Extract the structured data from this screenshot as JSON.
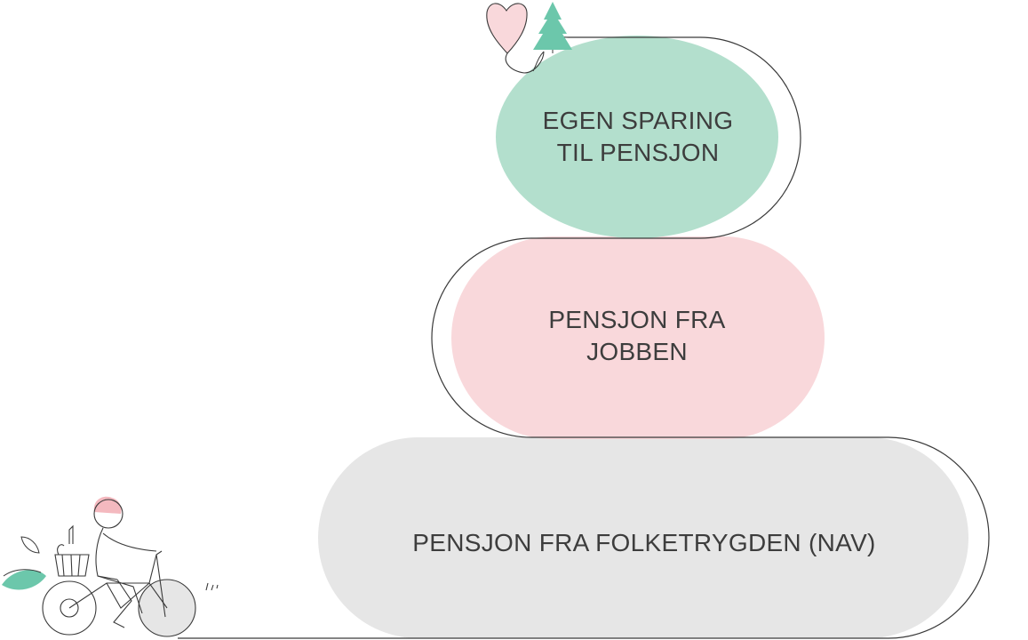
{
  "tiers": {
    "top": {
      "line1": "EGEN SPARING",
      "line2": "TIL PENSJON"
    },
    "middle": {
      "line1": "PENSJON FRA",
      "line2": "JOBBEN"
    },
    "bottom": {
      "line1": "PENSJON FRA FOLKETRYGDEN (NAV)"
    }
  },
  "colors": {
    "top_fill": "#b3dfcd",
    "middle_fill": "#f9d8db",
    "bottom_fill": "#e6e6e6",
    "outline": "#3a3a3a",
    "text": "#3d3d3d",
    "accent_green": "#6cc7ab",
    "accent_pink": "#f4b9bf"
  },
  "decorations": {
    "icons": [
      "heart-icon",
      "tree-icon",
      "cyclist-illustration",
      "leaf-icon"
    ]
  }
}
